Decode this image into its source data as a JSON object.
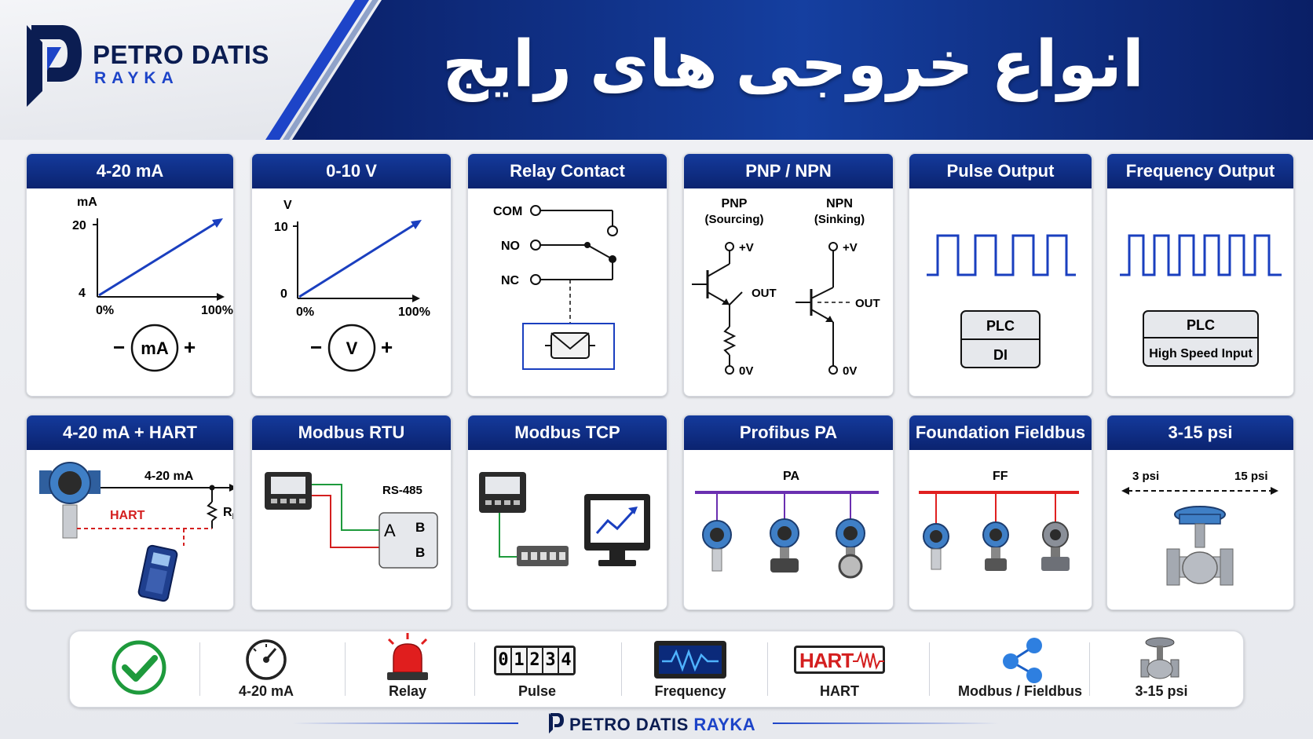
{
  "brand": {
    "line1": "PETRO DATIS",
    "line2": "RAYKA"
  },
  "title": "انواع خروجی های رایج",
  "colors": {
    "navy": "#0b2370",
    "blue": "#1d44c8",
    "hart_red": "#d41f1f",
    "pa_purple": "#6a2fb0",
    "ff_red": "#e02020",
    "device_blue": "#3f7fc6"
  },
  "cards": {
    "ma": {
      "title": "4-20 mA",
      "unit": "mA",
      "y_top": "20",
      "y_bottom": "4",
      "x_left": "0%",
      "x_right": "100%",
      "meter": "mA",
      "minus": "−",
      "plus": "+"
    },
    "volt": {
      "title": "0-10 V",
      "unit": "V",
      "y_top": "10",
      "y_bottom": "0",
      "x_left": "0%",
      "x_right": "100%",
      "meter": "V",
      "minus": "−",
      "plus": "+"
    },
    "relay": {
      "title": "Relay Contact",
      "com": "COM",
      "no": "NO",
      "nc": "NC"
    },
    "pnp": {
      "title": "PNP / NPN",
      "pnp": "PNP",
      "pnp_sub": "(Sourcing)",
      "npn": "NPN",
      "npn_sub": "(Sinking)",
      "vplus": "+V",
      "out": "OUT",
      "zero": "0V"
    },
    "pulse": {
      "title": "Pulse Output",
      "plc": "PLC",
      "di": "DI"
    },
    "freq": {
      "title": "Frequency Output",
      "plc": "PLC",
      "input": "High Speed Input"
    },
    "hart": {
      "title": "4-20 mA + HART",
      "loop": "4-20 mA",
      "hart": "HART",
      "rl": "R",
      "rl_sub": "L"
    },
    "rtu": {
      "title": "Modbus RTU",
      "bus": "RS-485",
      "a": "A",
      "b": "B"
    },
    "tcp": {
      "title": "Modbus TCP"
    },
    "pa": {
      "title": "Profibus PA",
      "bus": "PA"
    },
    "ff": {
      "title": "Foundation Fieldbus",
      "bus": "FF"
    },
    "psi": {
      "title": "3-15 psi",
      "low": "3 psi",
      "high": "15 psi"
    }
  },
  "bottom_icons": {
    "check": {
      "icon": "check-circle-icon"
    },
    "ma": {
      "icon": "gauge-icon",
      "label": "4-20 mA"
    },
    "relay": {
      "icon": "alarm-light-icon",
      "label": "Relay"
    },
    "pulse": {
      "icon": "counter-icon",
      "label": "Pulse",
      "digits": [
        "0",
        "1",
        "2",
        "3",
        "4"
      ]
    },
    "freq": {
      "icon": "waveform-icon",
      "label": "Frequency"
    },
    "hart": {
      "icon": "hart-logo-icon",
      "label": "HART",
      "logo": "HART"
    },
    "modbus": {
      "icon": "network-icon",
      "label": "Modbus / Fieldbus"
    },
    "psi": {
      "icon": "valve-icon",
      "label": "3-15 psi"
    }
  },
  "footer": {
    "brand": "PETRO DATIS",
    "accent": "RAYKA"
  }
}
